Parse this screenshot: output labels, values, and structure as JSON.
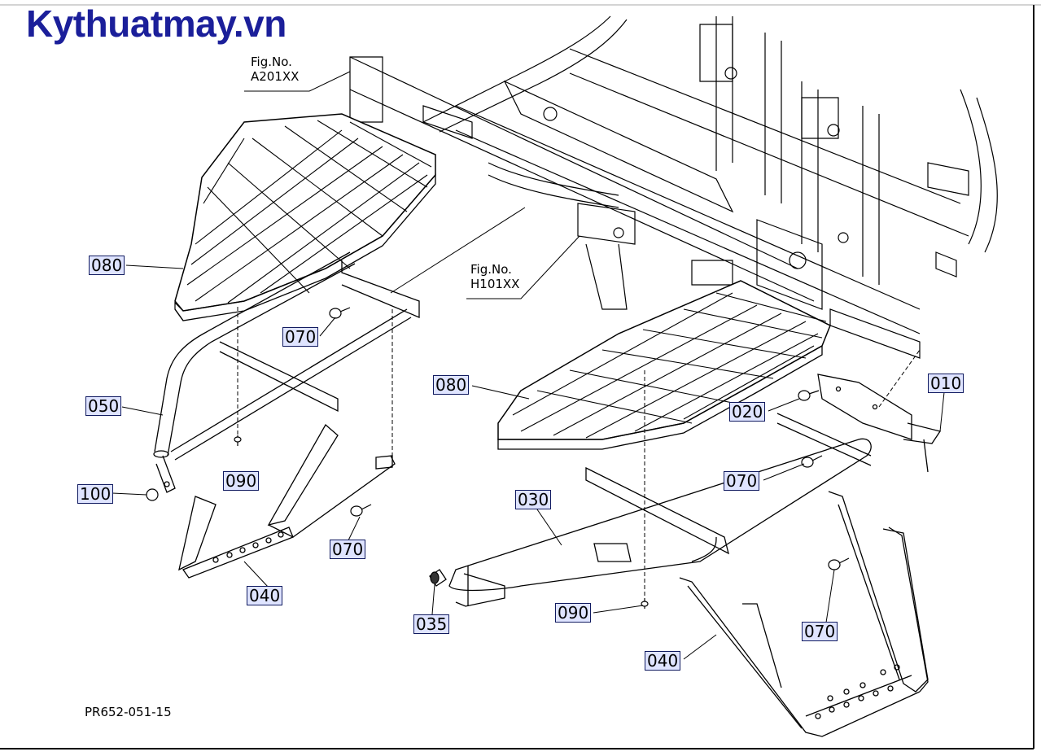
{
  "watermark": "Kythuatmay.vn",
  "figure_refs": [
    {
      "label": "Fig.No.",
      "code": "A201XX"
    },
    {
      "label": "Fig.No.",
      "code": "H101XX"
    }
  ],
  "callouts": [
    "080",
    "070",
    "050",
    "090",
    "100",
    "040",
    "070",
    "080",
    "020",
    "010",
    "070",
    "030",
    "035",
    "090",
    "070",
    "040"
  ],
  "drawing_code": "PR652-051-15",
  "colors": {
    "brand": "#1b1f9a",
    "callout_fill": "#dfe4ff",
    "callout_border": "#101a60",
    "line": "#000000"
  }
}
